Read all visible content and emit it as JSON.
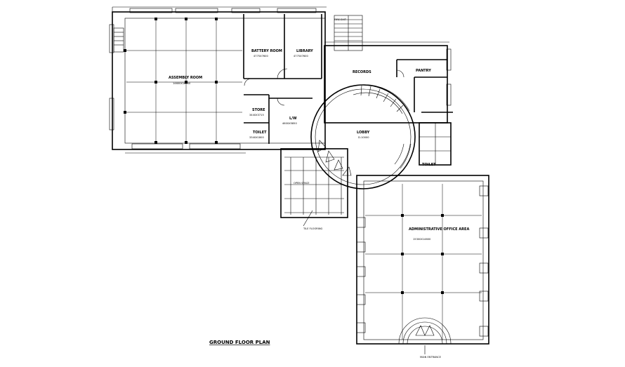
{
  "plan_title": "GROUND FLOOR PLAN",
  "rooms": {
    "assembly_hall": {
      "name": "ASSEMBLY ROOM",
      "size": "14600X16500"
    },
    "battery_room": {
      "name": "BATTERY ROOM",
      "size": "4775X7600"
    },
    "library": {
      "name": "LIBRARY",
      "size": "4775X7600"
    },
    "records": {
      "name": "RECORDS"
    },
    "pantry": {
      "name": "PANTRY"
    },
    "store": {
      "name": "STORE",
      "size": "3440X3715"
    },
    "lobby_small": {
      "name": "L/W",
      "size": "4600X5850"
    },
    "toilet_left": {
      "name": "TOILET",
      "size": "3340X1800"
    },
    "lobby": {
      "name": "LOBBY",
      "size": "D-10000"
    },
    "toilet_right": {
      "name": "TOILET"
    },
    "admin": {
      "name": "ADMINISTRATIVE OFFICE AREA",
      "size": "15300X14600"
    }
  },
  "notes": {
    "fire_exit": "FIRE EXIT",
    "open_space": "OPEN SPACE",
    "main_entrance": "MAIN ENTRANCE",
    "tile_flooring": "TILE FLOORING"
  }
}
